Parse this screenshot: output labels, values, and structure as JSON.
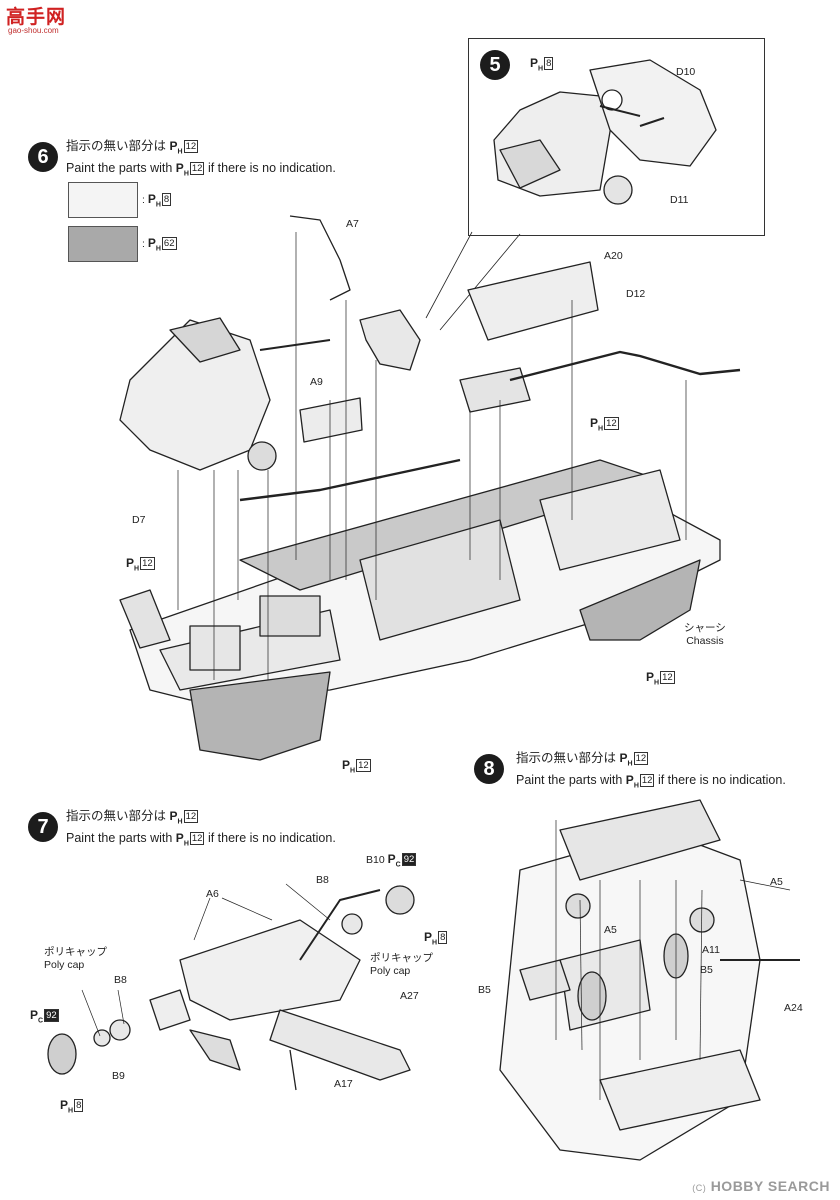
{
  "watermark": {
    "site_cn": "高手网",
    "site_url": "gao-shou.com"
  },
  "paint_code_prefix": "P",
  "paint_code_sub": "H",
  "paint_code_sub_c": "C",
  "steps": {
    "s5": {
      "number": "5",
      "parts": [
        "D10",
        "D11"
      ],
      "paint": "8"
    },
    "s6": {
      "number": "6",
      "note_jp_pre": "指示の無い部分は",
      "note_en_pre": "Paint the parts with",
      "note_en_post": "if there is no indication.",
      "paint": "12",
      "legend": [
        {
          "code": "8",
          "color": "#f4f4f4"
        },
        {
          "code": "62",
          "color": "#a9a9a9"
        }
      ],
      "parts": [
        "A7",
        "A20",
        "D12",
        "A9",
        "D7"
      ],
      "chassis_jp": "シャーシ",
      "chassis_en": "Chassis",
      "paint_marks": [
        "12",
        "12",
        "12",
        "12"
      ]
    },
    "s7": {
      "number": "7",
      "note_jp_pre": "指示の無い部分は",
      "note_en_pre": "Paint the parts with",
      "note_en_post": "if there is no indication.",
      "paint": "12",
      "polycap_jp": "ポリキャップ",
      "polycap_en": "Poly cap",
      "parts": [
        "B10",
        "B8",
        "A6",
        "B8",
        "A27",
        "B9",
        "A17"
      ],
      "paint_c": "92",
      "paint_h": "8"
    },
    "s8": {
      "number": "8",
      "note_jp_pre": "指示の無い部分は",
      "note_en_pre": "Paint the parts with",
      "note_en_post": "if there is no indication.",
      "paint": "12",
      "parts": [
        "A5",
        "A5",
        "A11",
        "B5",
        "B5",
        "A24"
      ]
    }
  },
  "footer": {
    "copyright": "(C)",
    "brand": "HOBBY SEARCH"
  }
}
